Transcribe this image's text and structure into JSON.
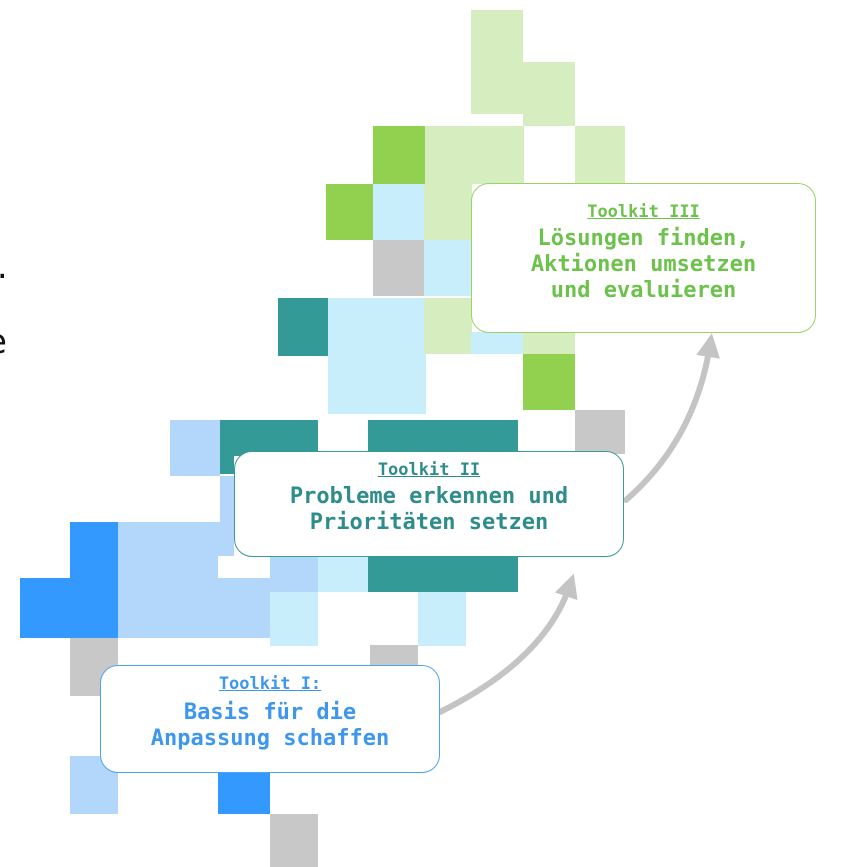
{
  "toolkits": [
    {
      "label": "Toolkit I:",
      "title": "Basis für die\nAnpassung schaffen",
      "color": "#3d97ee"
    },
    {
      "label": "Toolkit II",
      "title": "Probleme erkennen und\nPrioritäten setzen",
      "color": "#2e8d8a"
    },
    {
      "label": "Toolkit III",
      "title": "Lösungen finden,\nAktionen umsetzen\nund evaluieren",
      "color": "#6cc24a"
    }
  ],
  "edge_text": {
    "line1": "r.",
    "line2": "e"
  },
  "colors": {
    "light_green": "#d6edc0",
    "bright_green": "#92d050",
    "light_cyan": "#c9eefb",
    "teal": "#339a97",
    "light_blue": "#b3d7fb",
    "blue": "#3399ff",
    "grey": "#c8c8c8",
    "arrow": "#c4c4c4"
  }
}
